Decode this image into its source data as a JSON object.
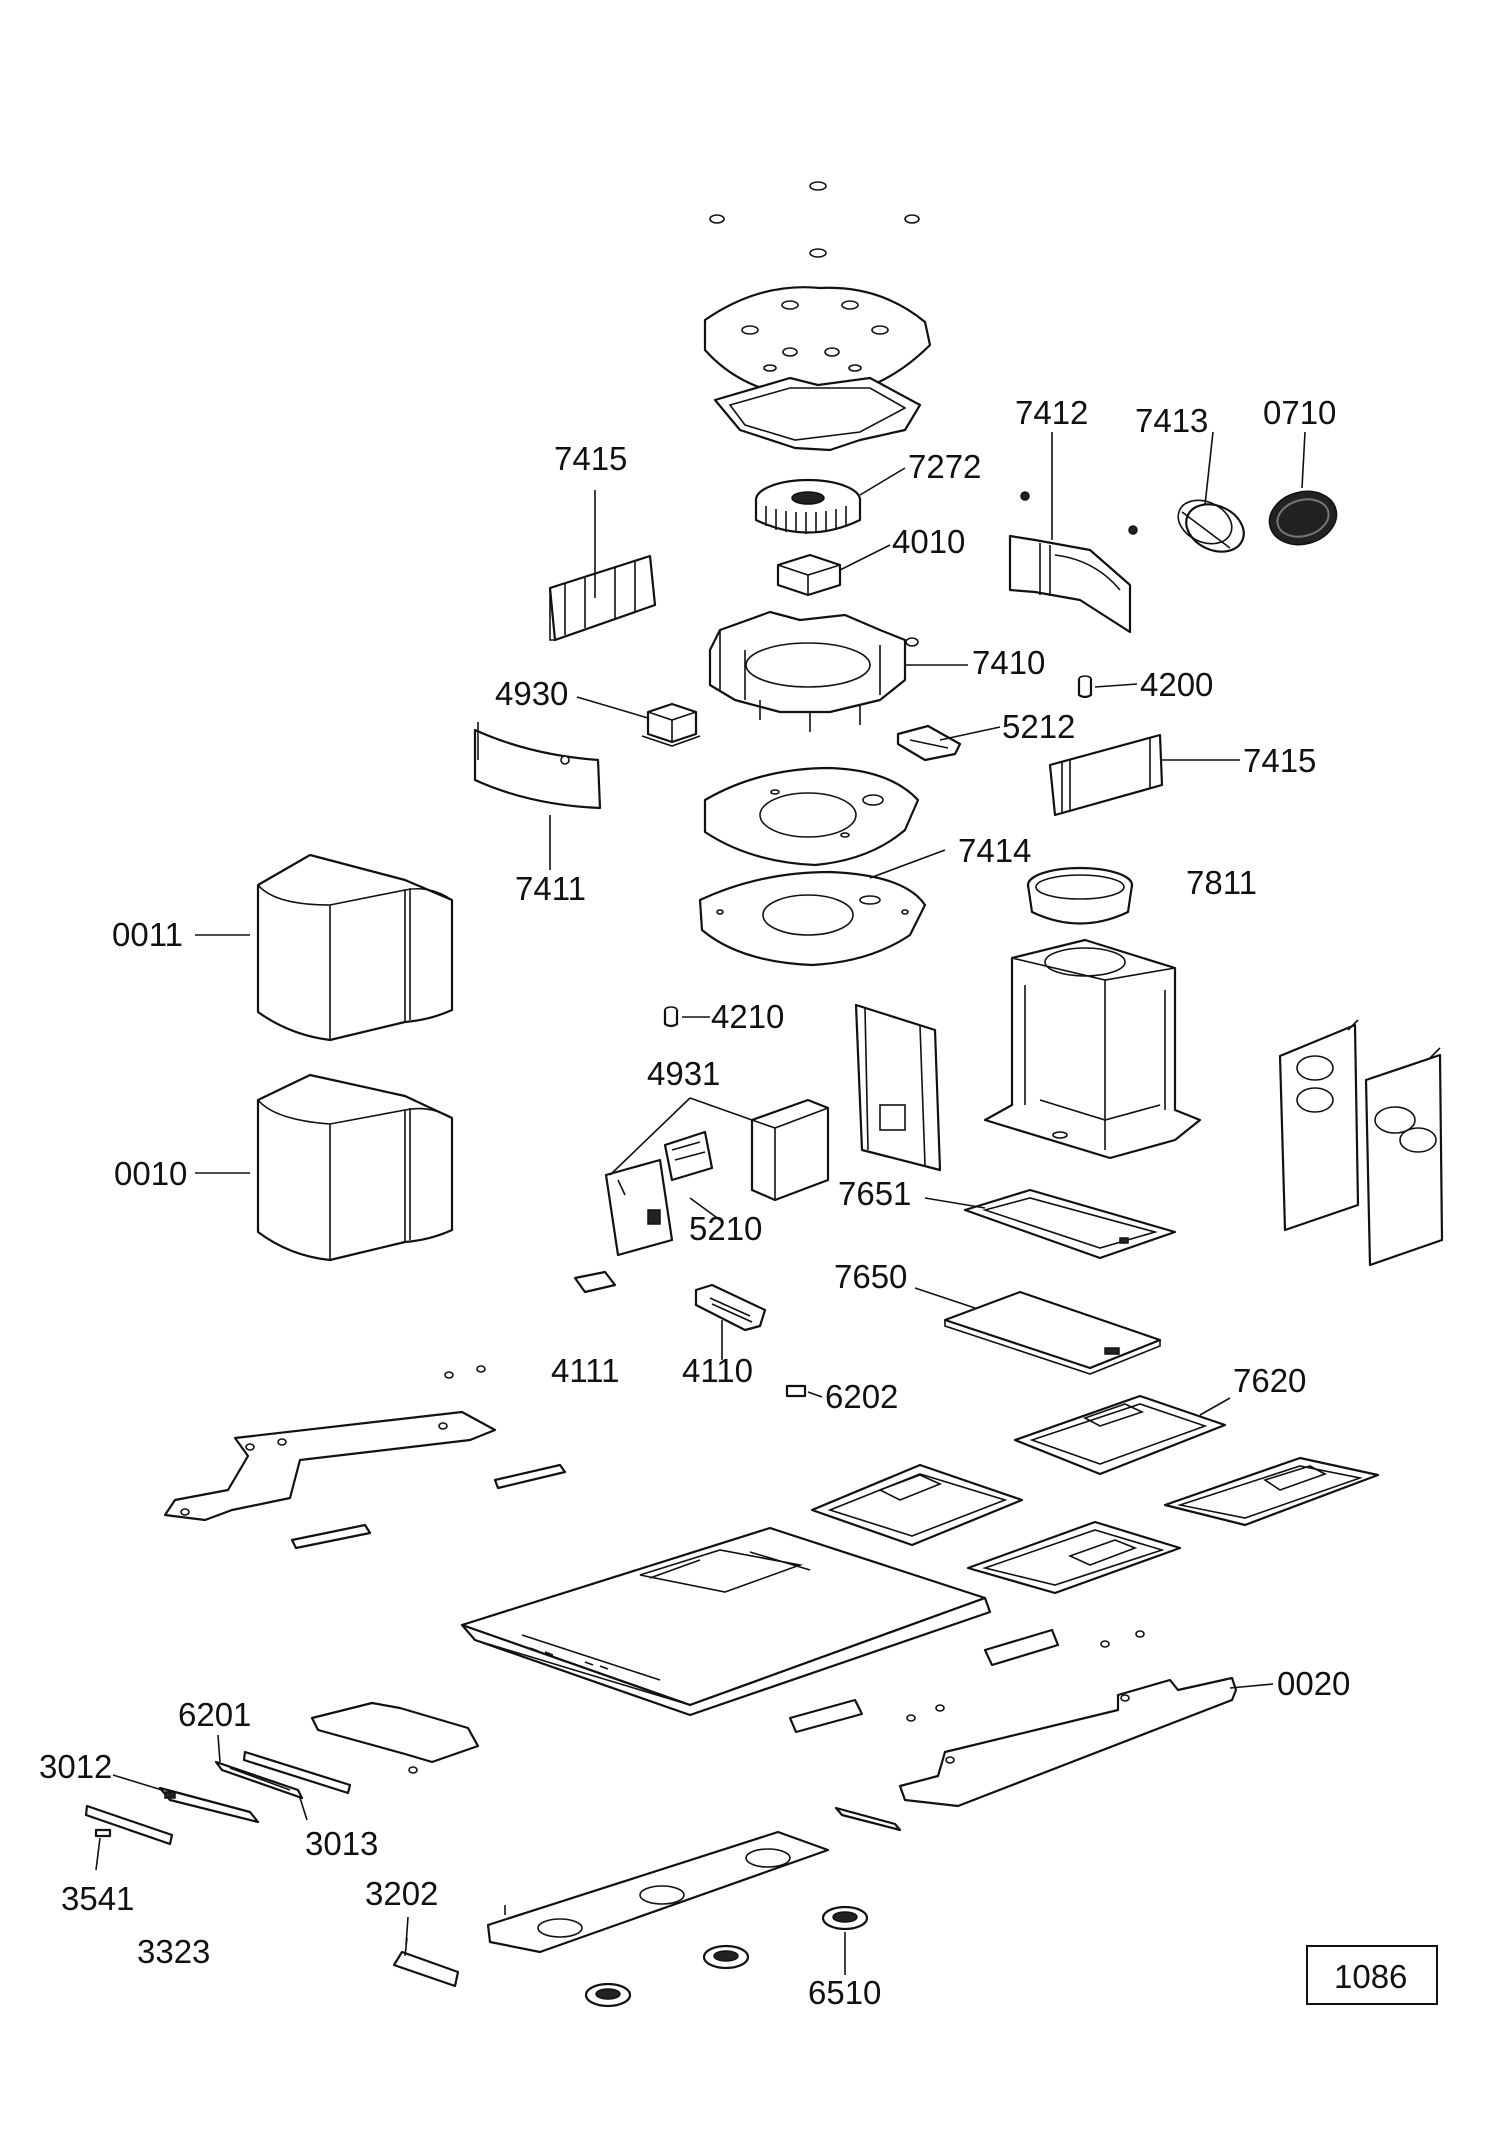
{
  "diagram": {
    "reference_code": "1086",
    "part_labels": {
      "p0710": "0710",
      "p7412": "7412",
      "p7413": "7413",
      "p7415a": "7415",
      "p7272": "7272",
      "p4010": "4010",
      "p7410": "7410",
      "p4930": "4930",
      "p4200": "4200",
      "p5212": "5212",
      "p7415b": "7415",
      "p7411": "7411",
      "p7414": "7414",
      "p7811": "7811",
      "p0011": "0011",
      "p4210": "4210",
      "p4931": "4931",
      "p0010": "0010",
      "p5210": "5210",
      "p7651": "7651",
      "p7650": "7650",
      "p4111": "4111",
      "p4110": "4110",
      "p6202": "6202",
      "p7620": "7620",
      "p0020": "0020",
      "p6201": "6201",
      "p3012": "3012",
      "p3013": "3013",
      "p3541": "3541",
      "p3202": "3202",
      "p3323": "3323",
      "p6510": "6510"
    }
  }
}
